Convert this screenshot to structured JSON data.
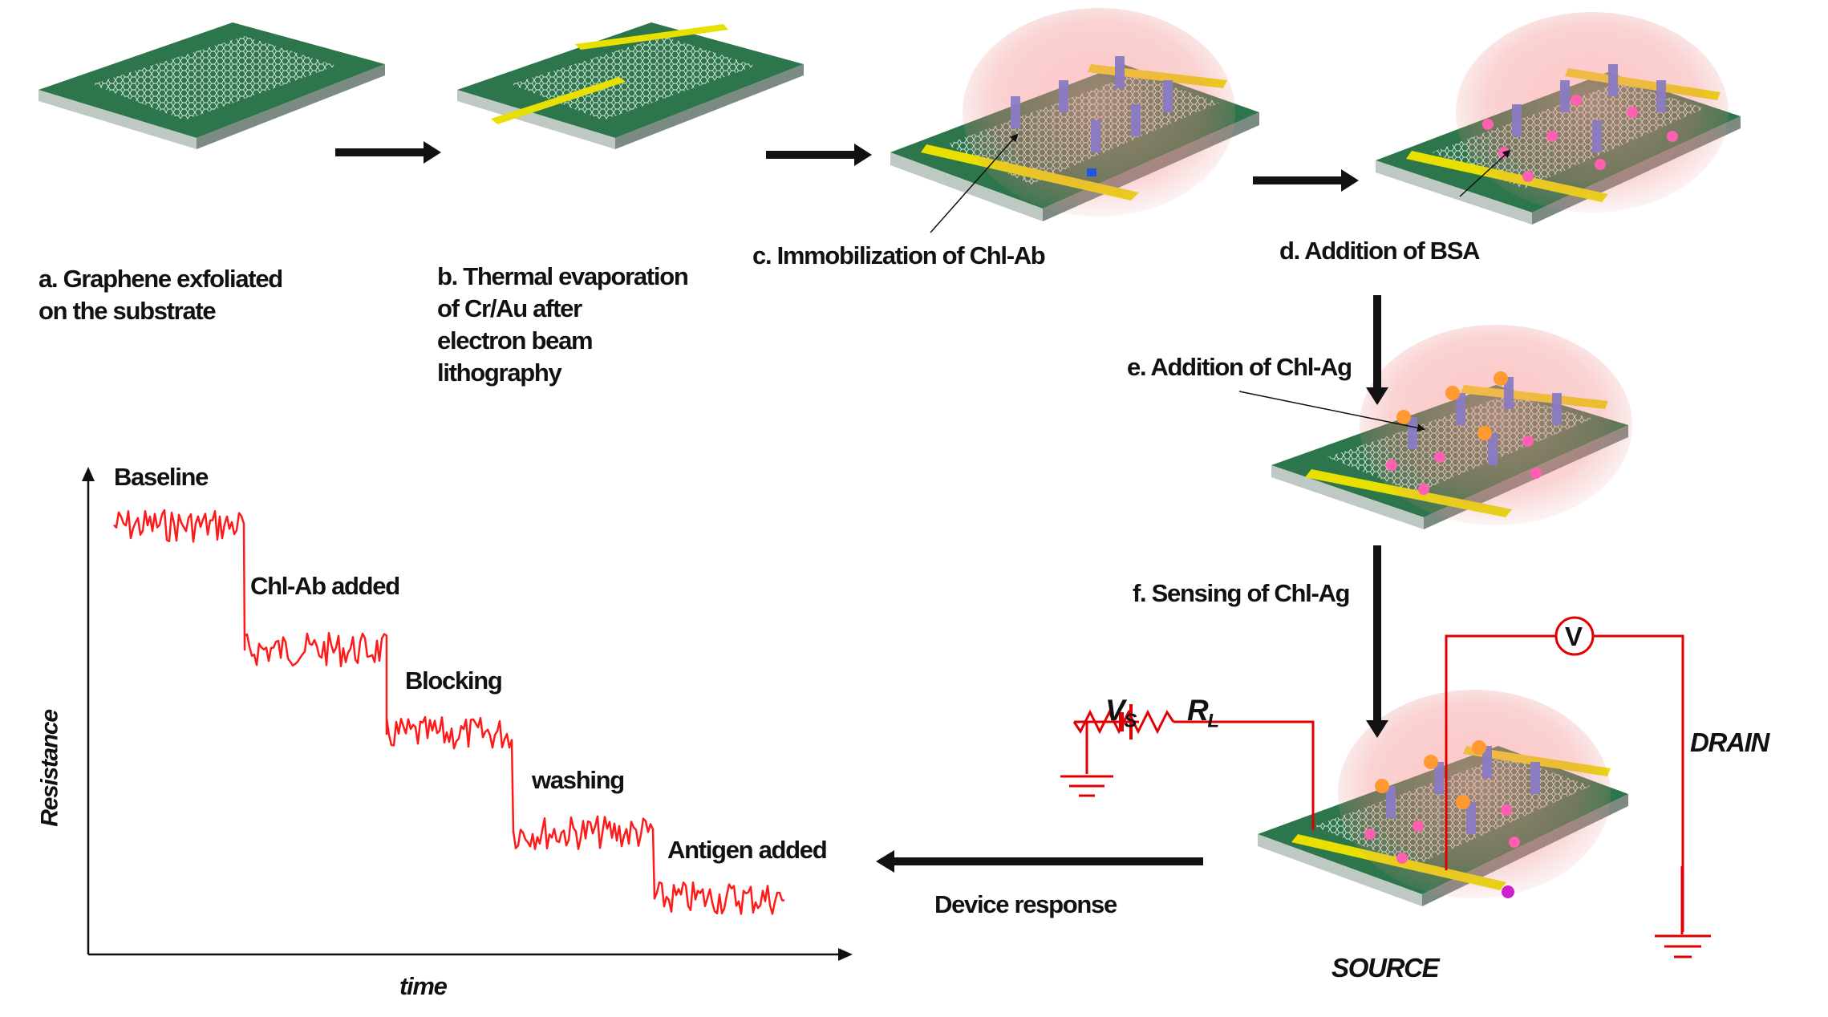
{
  "steps": {
    "a": "a. Graphene exfoliated\non the substrate",
    "b": "b. Thermal evaporation\nof Cr/Au after\nelectron beam\nlithography",
    "c": "c. Immobilization of Chl-Ab",
    "d": "d. Addition of BSA",
    "e": "e. Addition of Chl-Ag",
    "f": "f. Sensing of Chl-Ag"
  },
  "circuit": {
    "vs": "V",
    "vs_sub": "S",
    "rl": "R",
    "rl_sub": "L",
    "voltmeter": "V",
    "drain": "DRAIN",
    "source": "SOURCE"
  },
  "arrow_label": "Device response",
  "plot": {
    "ylabel": "Resistance",
    "xlabel": "time",
    "annotations": {
      "baseline": "Baseline",
      "chl_ab": "Chl-Ab added",
      "blocking": "Blocking",
      "washing": "washing",
      "antigen": "Antigen added"
    }
  },
  "colors": {
    "substrate_top": "#2f7a4c",
    "electrode": "#e8e000",
    "trace": "#ff1a1a",
    "circuit": "#e00000"
  }
}
